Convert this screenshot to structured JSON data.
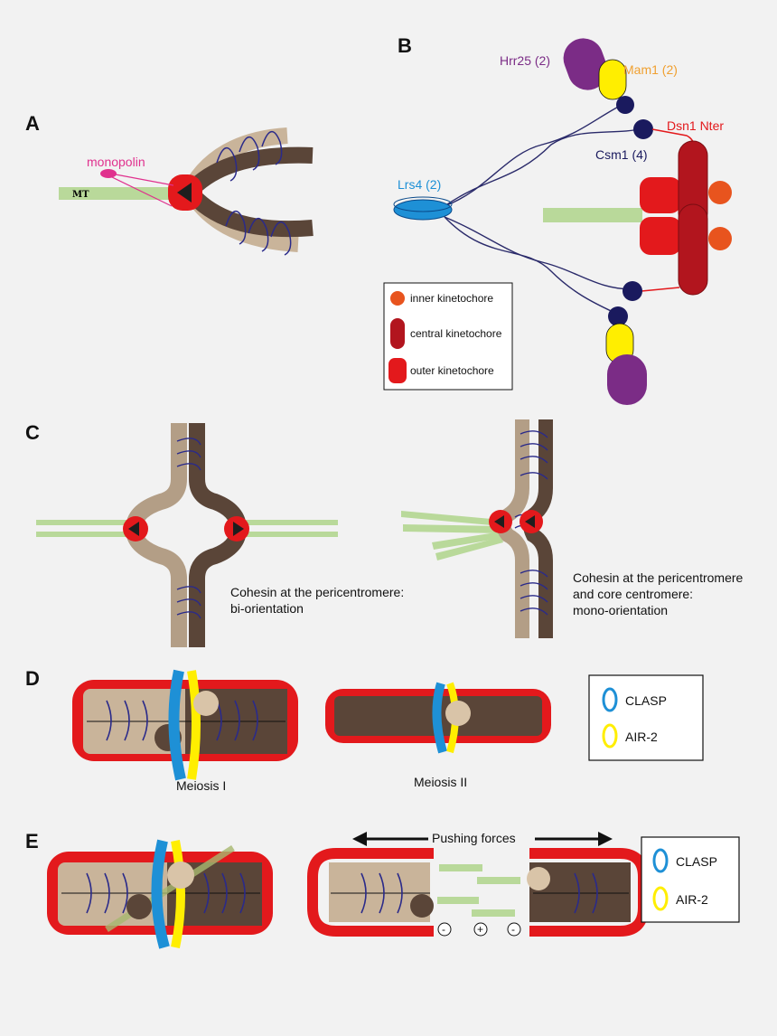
{
  "panels": {
    "a": "A",
    "b": "B",
    "c": "C",
    "d": "D",
    "e": "E"
  },
  "panel_a": {
    "monopolin": "monopolin",
    "mt": "MT"
  },
  "panel_b": {
    "hrr25": "Hrr25 (2)",
    "mam1": "Mam1 (2)",
    "dsn1": "Dsn1 Nter",
    "csm1": "Csm1 (4)",
    "lrs4": "Lrs4 (2)",
    "legend": {
      "inner": "inner kinetochore",
      "central": "central kinetochore",
      "outer": "outer kinetochore"
    }
  },
  "panel_c": {
    "left_caption_1": "Cohesin at the pericentromere:",
    "left_caption_2": "bi-orientation",
    "right_caption_1": "Cohesin at the pericentromere",
    "right_caption_2": "and core centromere:",
    "right_caption_3": "mono-orientation"
  },
  "panel_d": {
    "meiosis1": "Meiosis I",
    "meiosis2": "Meiosis II",
    "legend": {
      "clasp": "CLASP",
      "air2": "AIR-2"
    }
  },
  "panel_e": {
    "pushing": "Pushing forces",
    "signs": [
      "-",
      "+",
      "-"
    ],
    "legend": {
      "clasp": "CLASP",
      "air2": "AIR-2"
    }
  },
  "colors": {
    "background": "#f2f2f2",
    "chromatid_light": "#c9b49a",
    "chromatid_dark": "#5a4538",
    "microtubule": "#b9d99a",
    "kinetochore_red": "#e3191c",
    "dark_red": "#b2151e",
    "orange": "#e8541e",
    "purple": "#7b2c86",
    "yellow": "#ffee00",
    "navy": "#1a1a5e",
    "blue": "#1e90d6",
    "cohesin": "#2a2a8a",
    "pink": "#e0318e",
    "orange_label": "#f0a030"
  }
}
